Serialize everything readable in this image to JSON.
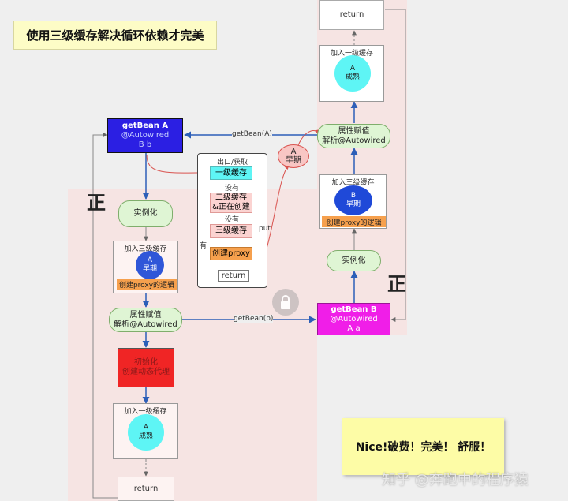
{
  "title": "使用三级缓存解决循环依赖才完美",
  "left": {
    "getbean_a": {
      "title": "getBean A",
      "line1": "@Autowired",
      "line2": "B b"
    },
    "instantiate": "实例化",
    "level3_cap": "加入三级缓存",
    "circle_a1": "A",
    "circle_a2": "早期",
    "proxy_logic": "创建proxy的逻辑",
    "prop_1": "属性赋值",
    "prop_2": "解析@Autowired",
    "init_1": "初始化",
    "init_2": "创建动态代理",
    "level1_cap": "加入一级缓存",
    "circle_done1": "A",
    "circle_done2": "成熟",
    "return": "return",
    "zheng": "正"
  },
  "middle": {
    "cap": "出口/获取",
    "level1": "一级缓存",
    "none1": "没有",
    "level2_1": "二级缓存",
    "level2_2": "&正在创建",
    "none2": "没有",
    "level3": "三级缓存",
    "create_proxy": "创建proxy",
    "return": "return",
    "has": "有",
    "put": "put",
    "early_a1": "A",
    "early_a2": "早期"
  },
  "edges": {
    "getbean_a": "getBean(A)",
    "getbean_b": "getBean(b)"
  },
  "right": {
    "return": "return",
    "level1_cap": "加入一级缓存",
    "circle_done1": "A",
    "circle_done2": "成熟",
    "prop_1": "属性赋值",
    "prop_2": "解析@Autowired",
    "level3_cap": "加入三级缓存",
    "circle_b1": "B",
    "circle_b2": "早期",
    "proxy_logic": "创建proxy的逻辑",
    "instantiate": "实例化",
    "getbean_b": {
      "title": "getBean B",
      "line1": "@Autowired",
      "line2": "A a"
    },
    "zheng": "正"
  },
  "sticky": "Nice!破费！完美！ 舒服！",
  "watermark": "知乎 @奔跑中的程序猿",
  "icons": [
    "lock-icon"
  ],
  "colors": {
    "getbean_a": "#2b1fe3",
    "getbean_b": "#f01ee8",
    "init": "#f02525",
    "cyan": "#5ef5f5",
    "blue_circle": "#2f56d8",
    "orange": "#f6a04d"
  }
}
